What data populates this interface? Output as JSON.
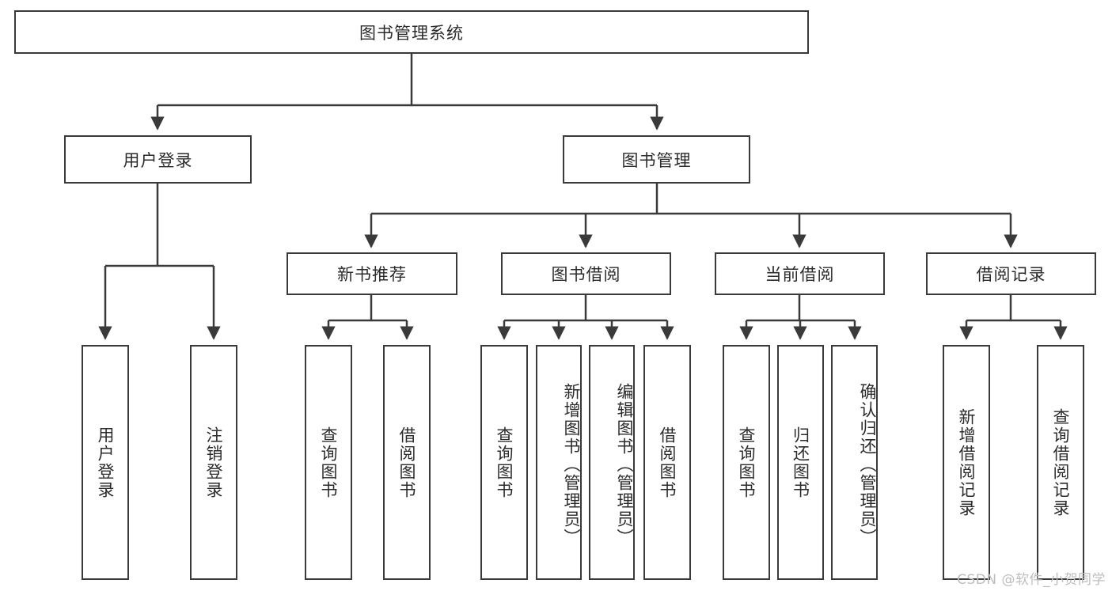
{
  "diagram": {
    "title": "图书管理系统",
    "type": "tree-hierarchy",
    "nodes": {
      "root": {
        "label": "图书管理系统"
      },
      "level1": [
        {
          "id": "user-login",
          "label": "用户登录"
        },
        {
          "id": "book-manage",
          "label": "图书管理"
        }
      ],
      "level2": [
        {
          "id": "new-book-recommend",
          "label": "新书推荐"
        },
        {
          "id": "book-borrow",
          "label": "图书借阅"
        },
        {
          "id": "current-borrow",
          "label": "当前借阅"
        },
        {
          "id": "borrow-record",
          "label": "借阅记录"
        }
      ],
      "leaves": {
        "user_login": [
          {
            "id": "leaf-user-login",
            "label": "用户登录"
          },
          {
            "id": "leaf-logout-login",
            "label": "注销登录"
          }
        ],
        "new_book_recommend": [
          {
            "id": "leaf-query-book-1",
            "label": "查询图书"
          },
          {
            "id": "leaf-borrow-book-1",
            "label": "借阅图书"
          }
        ],
        "book_borrow": [
          {
            "id": "leaf-query-book-2",
            "label": "查询图书"
          },
          {
            "id": "leaf-add-book",
            "label": "新增图书（管理员）"
          },
          {
            "id": "leaf-edit-book",
            "label": "编辑图书（管理员）"
          },
          {
            "id": "leaf-borrow-book-2",
            "label": "借阅图书"
          }
        ],
        "current_borrow": [
          {
            "id": "leaf-query-book-3",
            "label": "查询图书"
          },
          {
            "id": "leaf-return-book",
            "label": "归还图书"
          },
          {
            "id": "leaf-confirm-return",
            "label": "确认归还（管理员）"
          }
        ],
        "borrow_record": [
          {
            "id": "leaf-add-record",
            "label": "新增借阅记录"
          },
          {
            "id": "leaf-query-record",
            "label": "查询借阅记录"
          }
        ]
      }
    },
    "colors": {
      "stroke": "#3a3a3a",
      "fill": "#ffffff",
      "text": "#2b2b2b",
      "watermark": "#bdbdbd"
    }
  },
  "watermark": {
    "text": "CSDN @软件_小贺同学"
  }
}
